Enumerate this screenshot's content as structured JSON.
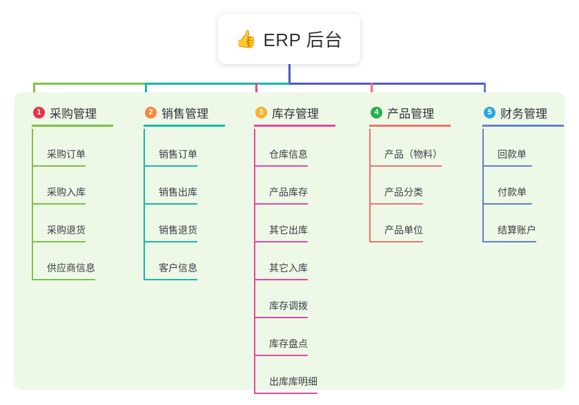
{
  "root": {
    "emoji": "👍",
    "emoji_name": "thumbs-up-icon",
    "title": "ERP 后台",
    "stem_color": "#4b55c4"
  },
  "panel": {
    "background": "#eef8e7"
  },
  "bus": {
    "segments": [
      {
        "color": "#7ac143"
      },
      {
        "color": "#14b8a6"
      },
      {
        "color": "#4b55c4"
      },
      {
        "color": "#4b55c4"
      },
      {
        "color": "#4b55c4"
      }
    ]
  },
  "columns": [
    {
      "number": "1",
      "title": "采购管理",
      "badge_color": "#e8334a",
      "line_color": "#7ac143",
      "rule_width": 118,
      "items": [
        {
          "label": "采购订单",
          "rule_width": 78
        },
        {
          "label": "采购入库",
          "rule_width": 78
        },
        {
          "label": "采购退货",
          "rule_width": 78
        },
        {
          "label": "供应商信息",
          "rule_width": 92
        }
      ]
    },
    {
      "number": "2",
      "title": "销售管理",
      "badge_color": "#f5883c",
      "line_color": "#14b8a6",
      "rule_width": 118,
      "items": [
        {
          "label": "销售订单",
          "rule_width": 78
        },
        {
          "label": "销售出库",
          "rule_width": 78
        },
        {
          "label": "销售退货",
          "rule_width": 78
        },
        {
          "label": "客户信息",
          "rule_width": 78
        }
      ]
    },
    {
      "number": "3",
      "title": "库存管理",
      "badge_color": "#f7b32b",
      "line_color": "#e6449a",
      "rule_width": 118,
      "items": [
        {
          "label": "仓库信息",
          "rule_width": 78
        },
        {
          "label": "产品库存",
          "rule_width": 78
        },
        {
          "label": "其它出库",
          "rule_width": 78
        },
        {
          "label": "其它入库",
          "rule_width": 78
        },
        {
          "label": "库存调拨",
          "rule_width": 78
        },
        {
          "label": "库存盘点",
          "rule_width": 78
        },
        {
          "label": "出库库明细",
          "rule_width": 92
        }
      ]
    },
    {
      "number": "4",
      "title": "产品管理",
      "badge_color": "#22b14c",
      "line_color": "#f4706b",
      "rule_width": 118,
      "items": [
        {
          "label": "产品（物料）",
          "rule_width": 105
        },
        {
          "label": "产品分类",
          "rule_width": 78
        },
        {
          "label": "产品单位",
          "rule_width": 78
        }
      ]
    },
    {
      "number": "5",
      "title": "财务管理",
      "badge_color": "#2aa9e0",
      "line_color": "#5b7fd4",
      "rule_width": 118,
      "items": [
        {
          "label": "回款单",
          "rule_width": 72
        },
        {
          "label": "付款单",
          "rule_width": 72
        },
        {
          "label": "结算账户",
          "rule_width": 78
        }
      ]
    }
  ]
}
